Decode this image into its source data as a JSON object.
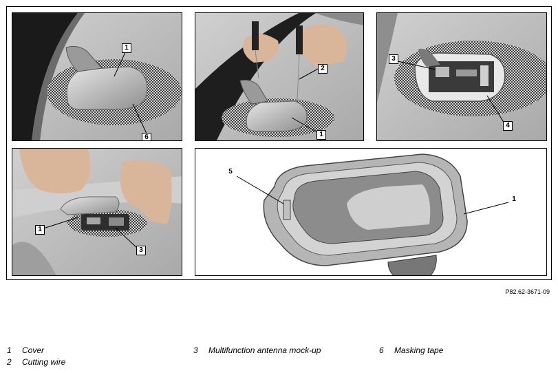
{
  "figure_ref": "P82.62-3671-09",
  "callouts": {
    "p1_1": "1",
    "p1_6": "6",
    "p2_2": "2",
    "p2_1": "1",
    "p3_3": "3",
    "p3_4": "4",
    "p4_1": "1",
    "p4_3": "3",
    "p5_5": "5",
    "p5_1": "1"
  },
  "legend": [
    {
      "num": "1",
      "label": "Cover"
    },
    {
      "num": "2",
      "label": "Cutting wire"
    },
    {
      "num": "3",
      "label": "Multifunction antenna mock-up"
    },
    {
      "num": "6",
      "label": "Masking tape"
    }
  ]
}
